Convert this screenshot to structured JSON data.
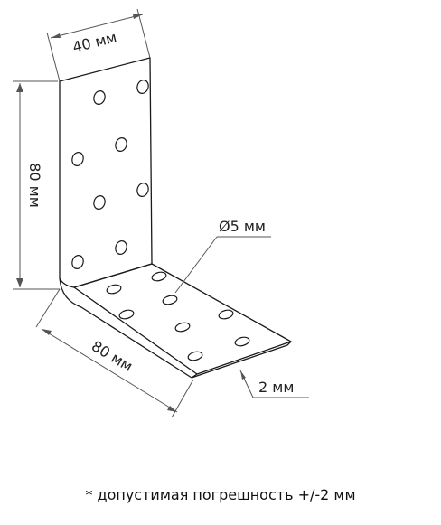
{
  "diagram": {
    "dimensions": {
      "width_label": "40 мм",
      "height_label": "80 мм",
      "length_label": "80 мм",
      "hole_label": "Ø5 мм",
      "thickness_label": "2 мм"
    },
    "colors": {
      "line": "#1a1a1a",
      "dimension": "#555555"
    }
  },
  "footnote": "* допустимая погрешность +/-2 мм"
}
